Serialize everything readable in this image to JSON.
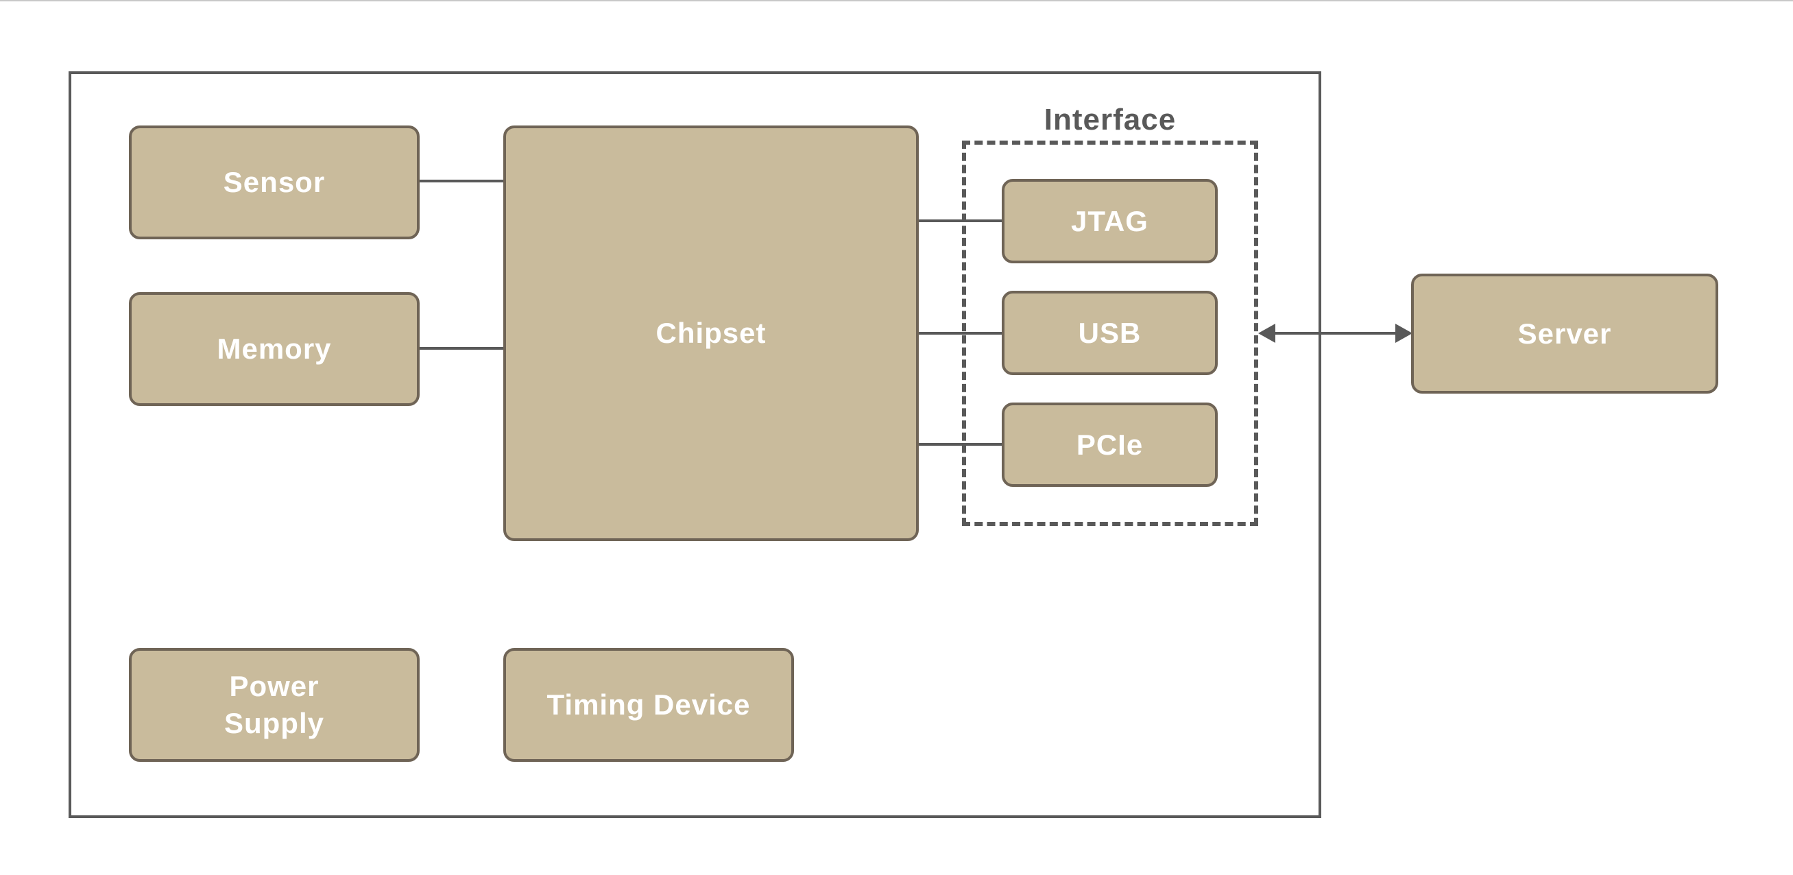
{
  "diagram": {
    "interface_label": "Interface",
    "blocks": {
      "sensor": "Sensor",
      "memory": "Memory",
      "chipset": "Chipset",
      "jtag": "JTAG",
      "usb": "USB",
      "pcie": "PCIe",
      "power_supply": "Power\nSupply",
      "timing_device": "Timing Device",
      "server": "Server"
    },
    "colors": {
      "block_fill": "#c9bb9c",
      "block_border": "#6f6456",
      "line": "#595959",
      "text": "#ffffff"
    }
  }
}
